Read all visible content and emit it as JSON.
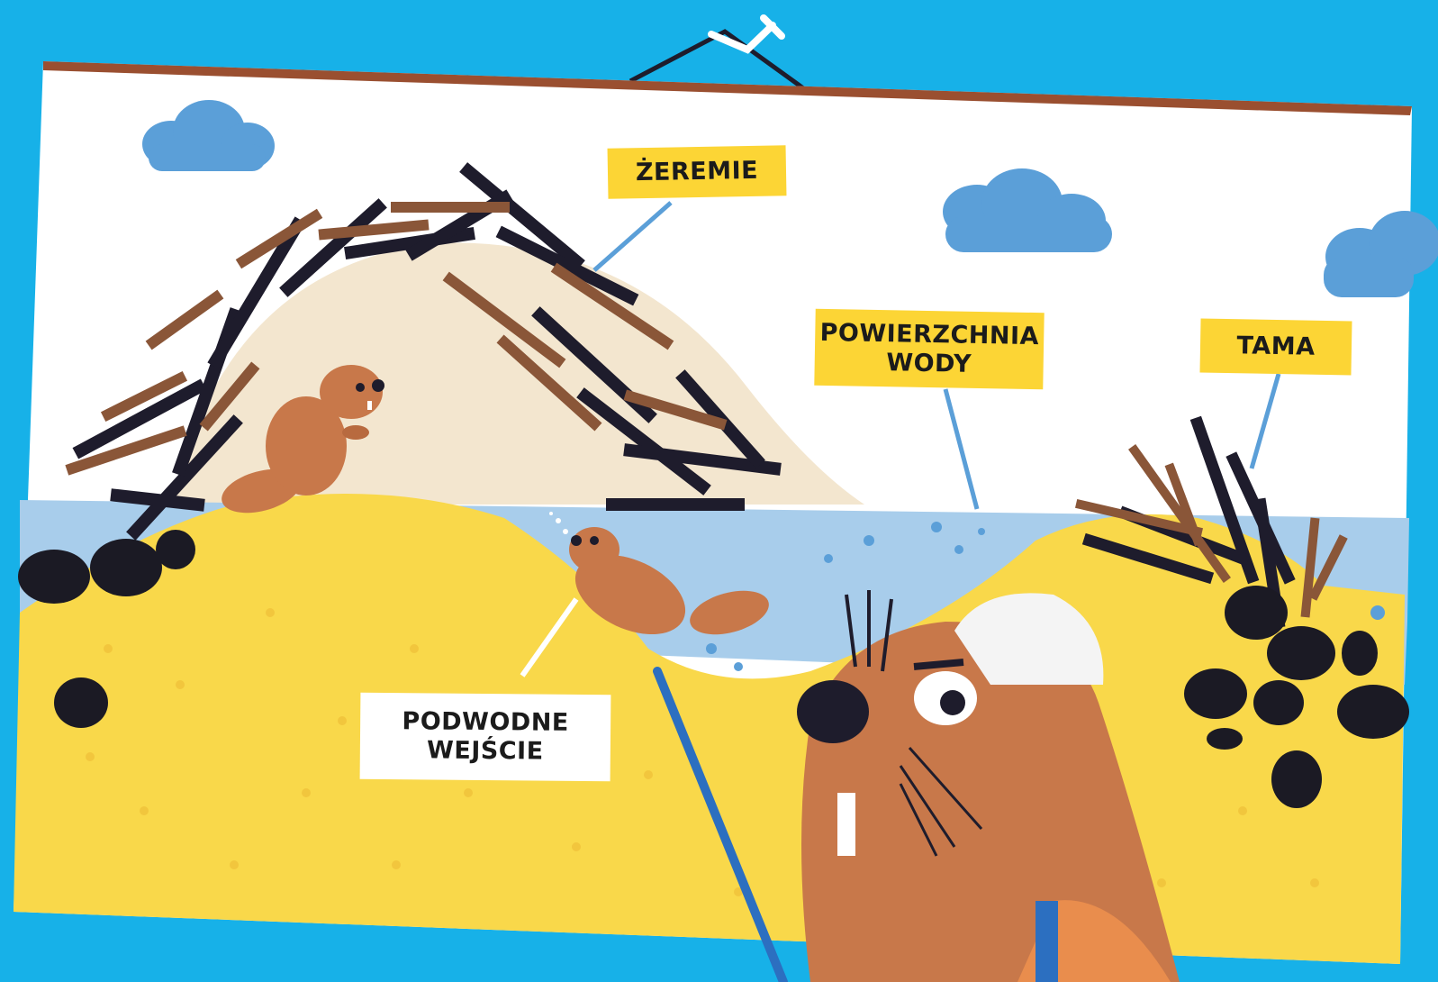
{
  "labels": {
    "lodge": "ŻEREMIE",
    "water_surface_line1": "POWIERZCHNIA",
    "water_surface_line2": "WODY",
    "dam": "TAMA",
    "underwater_entrance_line1": "PODWODNE",
    "underwater_entrance_line2": "WEJŚCIE"
  },
  "colors": {
    "background": "#17b1e8",
    "poster": "#ffffff",
    "water": "#a8cdeb",
    "sand": "#f9d84a",
    "beaver": "#c8784a",
    "label_highlight": "#fcd535",
    "sticks_dark": "#1e1c2c",
    "sticks_brown": "#8a5638",
    "rocks": "#1b1a24"
  }
}
